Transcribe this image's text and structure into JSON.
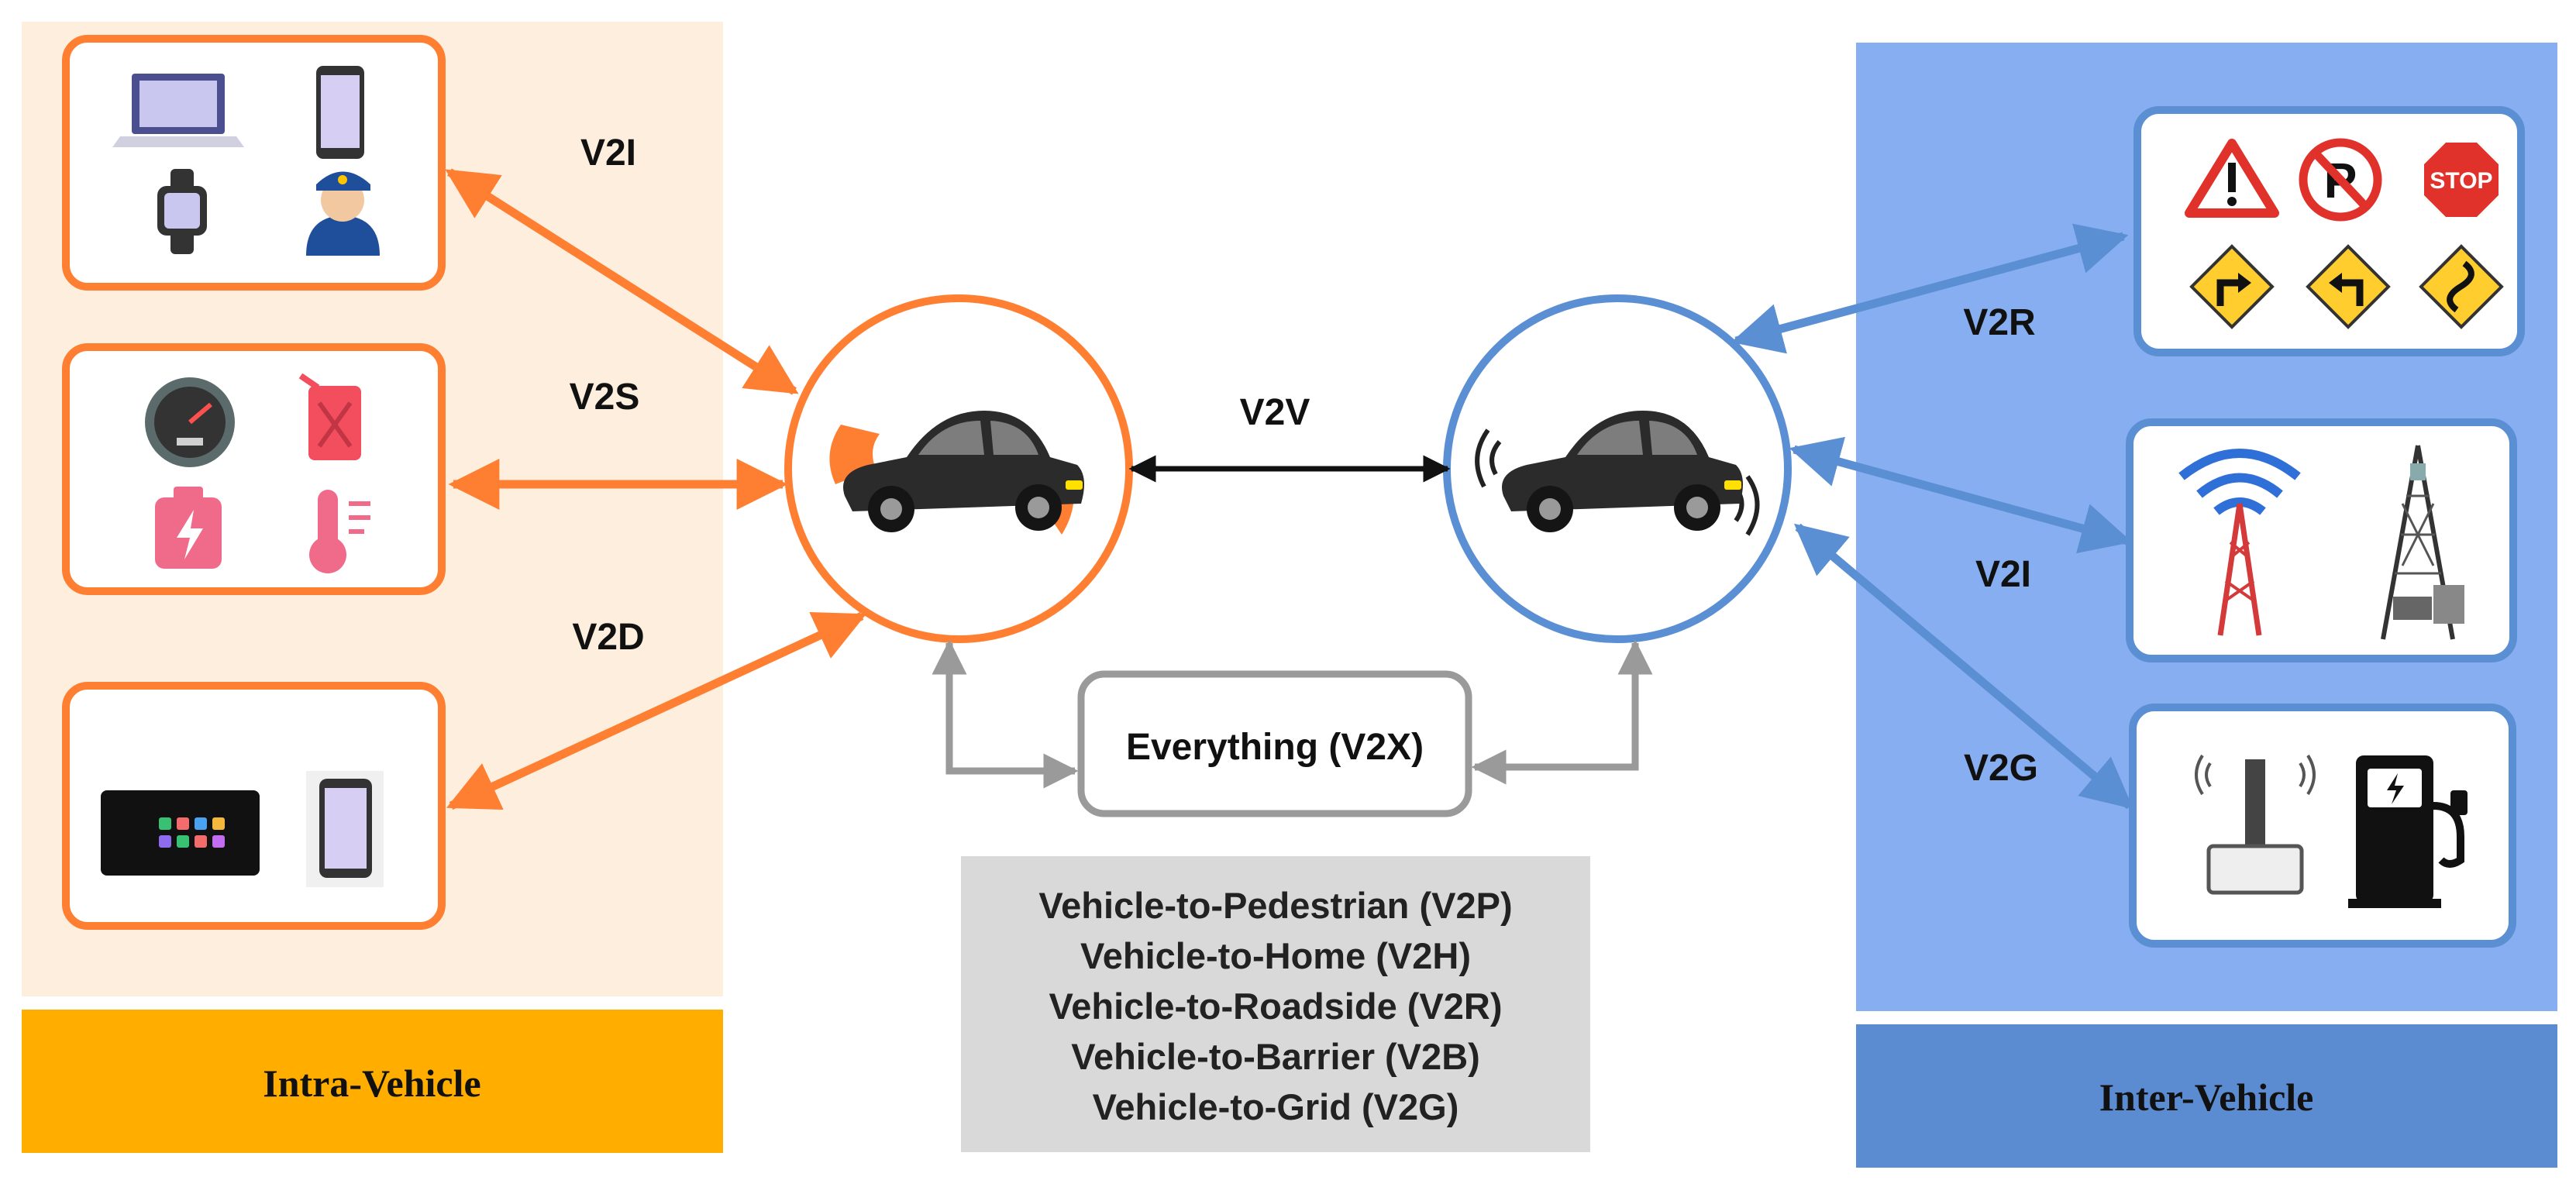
{
  "left_panel": {
    "title": "Intra-Vehicle",
    "bg_color": "#fdeedd",
    "title_bar_color": "#ffae00",
    "groups": [
      {
        "link_label": "V2I",
        "icons": [
          "laptop-icon",
          "smartphone-icon",
          "smartwatch-icon",
          "police-officer-icon"
        ]
      },
      {
        "link_label": "V2S",
        "icons": [
          "speedometer-icon",
          "fuel-can-icon",
          "battery-icon",
          "thermometer-icon"
        ]
      },
      {
        "link_label": "V2D",
        "icons": [
          "car-infotainment-display-icon",
          "smartphone-icon"
        ]
      }
    ]
  },
  "center": {
    "link_label": "V2V",
    "hub_label": "Everything (V2X)",
    "list": [
      "Vehicle-to-Pedestrian (V2P)",
      "Vehicle-to-Home (V2H)",
      "Vehicle-to-Roadside (V2R)",
      "Vehicle-to-Barrier (V2B)",
      "Vehicle-to-Grid (V2G)"
    ],
    "list_bg_color": "#d9d9d9"
  },
  "right_panel": {
    "title": "Inter-Vehicle",
    "bg_color": "#86aef0",
    "title_bar_color": "#5b8bd0",
    "groups": [
      {
        "link_label": "V2R",
        "icons": [
          "warning-sign-icon",
          "no-parking-sign-icon",
          "stop-sign-icon",
          "right-turn-sign-icon",
          "left-turn-sign-icon",
          "winding-road-sign-icon"
        ]
      },
      {
        "link_label": "V2I",
        "icons": [
          "wifi-tower-icon",
          "cell-tower-icon"
        ]
      },
      {
        "link_label": "V2G",
        "icons": [
          "wireless-charger-icon",
          "ev-charging-station-icon"
        ]
      }
    ]
  },
  "colors": {
    "orange": "#ff7f32",
    "blue": "#5b8fd4",
    "gray": "#9a9a9a"
  },
  "icon_text": {
    "stop_sign": "STOP"
  }
}
